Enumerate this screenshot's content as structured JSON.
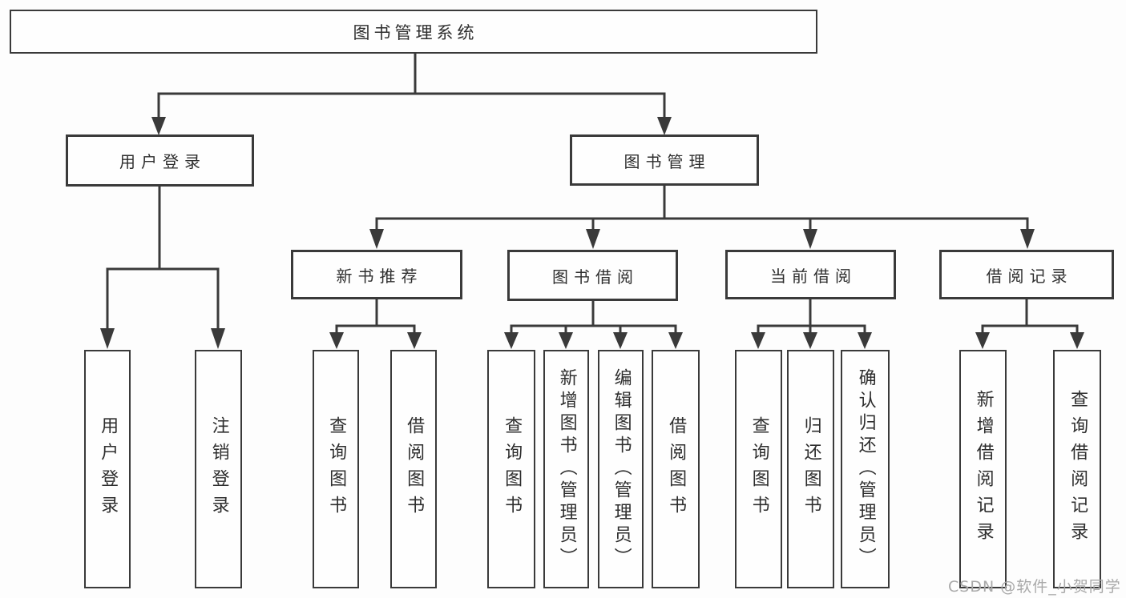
{
  "page": {
    "background_color": "#fdfdfd",
    "line_color": "#3a3a3a",
    "text_color": "#2e2e2e"
  },
  "watermark": {
    "text": "CSDN @软件_小贺同学",
    "color": "#a9a9a9"
  },
  "tree": {
    "root": "图书管理系统",
    "children": [
      {
        "label": "用户登录",
        "children": [
          {
            "label": "用户登录"
          },
          {
            "label": "注销登录"
          }
        ]
      },
      {
        "label": "图书管理",
        "children": [
          {
            "label": "新书推荐",
            "children": [
              {
                "label": "查询图书"
              },
              {
                "label": "借阅图书"
              }
            ]
          },
          {
            "label": "图书借阅",
            "children": [
              {
                "label": "查询图书"
              },
              {
                "label": "新增图书（管理员）"
              },
              {
                "label": "编辑图书（管理员）"
              },
              {
                "label": "借阅图书"
              }
            ]
          },
          {
            "label": "当前借阅",
            "children": [
              {
                "label": "查询图书"
              },
              {
                "label": "归还图书"
              },
              {
                "label": "确认归还（管理员）"
              }
            ]
          },
          {
            "label": "借阅记录",
            "children": [
              {
                "label": "新增借阅记录"
              },
              {
                "label": "查询借阅记录"
              }
            ]
          }
        ]
      }
    ]
  }
}
